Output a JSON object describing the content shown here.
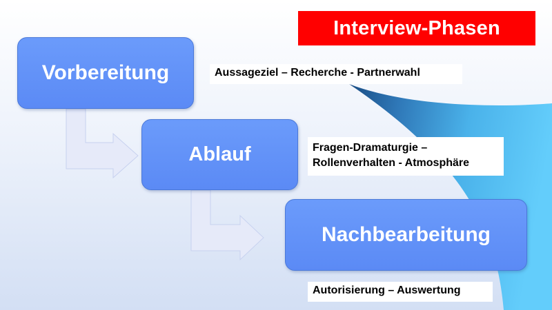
{
  "title": "Interview-Phasen",
  "phases": [
    {
      "label": "Vorbereitung",
      "note": "Aussageziel – Recherche - Partnerwahl"
    },
    {
      "label": "Ablauf",
      "note_lines": [
        "Fragen-Dramaturgie –",
        "Rollenverhalten - Atmosphäre"
      ]
    },
    {
      "label": "Nachbearbeitung",
      "note": "Autorisierung – Auswertung"
    }
  ],
  "colors": {
    "title_background": "#ff0000",
    "box_fill": "#6b9bfb",
    "connector_arrow": "#e6eaf9",
    "swoosh": "#5cc8f7"
  },
  "icons": [
    "bent-arrow-icon",
    "bent-arrow-icon"
  ]
}
